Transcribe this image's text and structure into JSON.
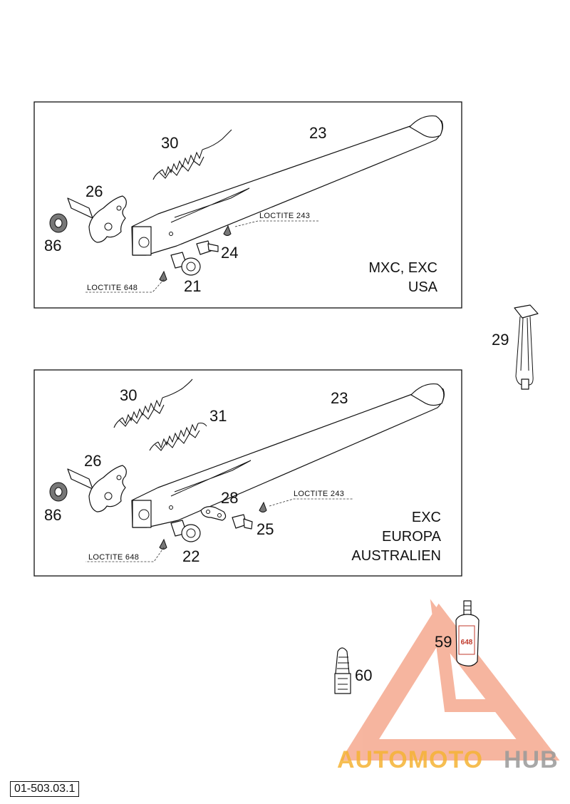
{
  "panel_top": {
    "labels": {
      "stand": "23",
      "spring": "30",
      "bracket": "26",
      "nut": "86",
      "bolt": "24",
      "pin": "21"
    },
    "loctite_a": "LOCTITE 243",
    "loctite_b": "LOCTITE 648",
    "region_line1": "MXC, EXC",
    "region_line2": "USA"
  },
  "panel_bottom": {
    "labels": {
      "stand": "23",
      "spring_a": "30",
      "spring_b": "31",
      "bracket": "26",
      "nut": "86",
      "plate": "28",
      "bolt": "25",
      "pin": "22"
    },
    "loctite_a": "LOCTITE 243",
    "loctite_b": "LOCTITE 648",
    "region_line1": "EXC",
    "region_line2": "EUROPA",
    "region_line3": "AUSTRALIEN"
  },
  "tool_label": "29",
  "bottle_label": "59",
  "bottle_text": "648",
  "tube_label": "60",
  "diagram_code": "01-503.03.1",
  "watermark": {
    "part1": "AUTOMOTO",
    "part2": "HUB",
    "color_primary": "#f07a52",
    "color_secondary": "#f5b335",
    "color_dark": "#9a9a9a"
  }
}
